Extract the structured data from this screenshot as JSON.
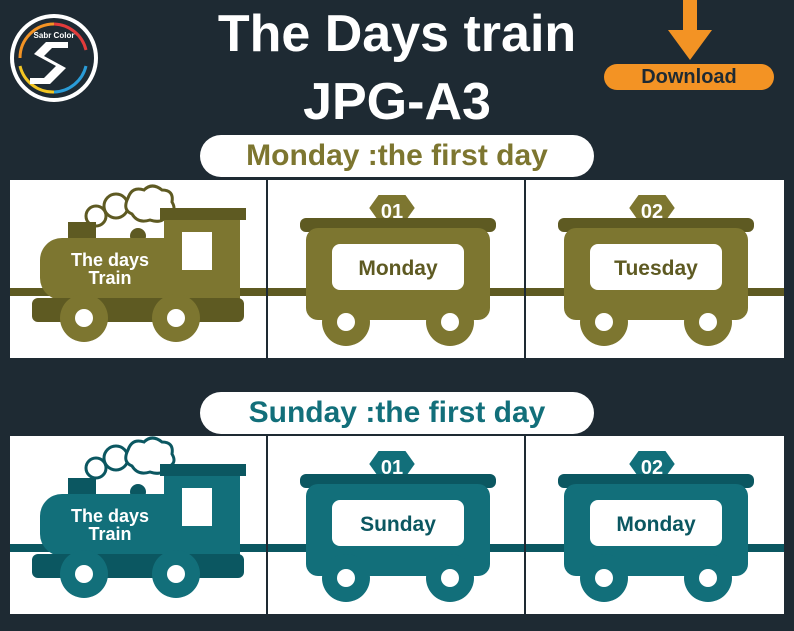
{
  "header": {
    "title_line1": "The Days train",
    "title_line2": "JPG-A3",
    "download_label": "Download",
    "logo_text": "Sabr Color"
  },
  "colors": {
    "background": "#1e2a33",
    "olive": "#7d7630",
    "olive_dark": "#5e5a22",
    "teal": "#126f7a",
    "teal_dark": "#0b5761",
    "download_orange": "#f39324"
  },
  "sections": [
    {
      "heading": "Monday :the first day",
      "engine_line1": "The days",
      "engine_line2": "Train",
      "cars": [
        {
          "number": "01",
          "day": "Monday"
        },
        {
          "number": "02",
          "day": "Tuesday"
        }
      ]
    },
    {
      "heading": "Sunday :the first day",
      "engine_line1": "The days",
      "engine_line2": "Train",
      "cars": [
        {
          "number": "01",
          "day": "Sunday"
        },
        {
          "number": "02",
          "day": "Monday"
        }
      ]
    }
  ]
}
